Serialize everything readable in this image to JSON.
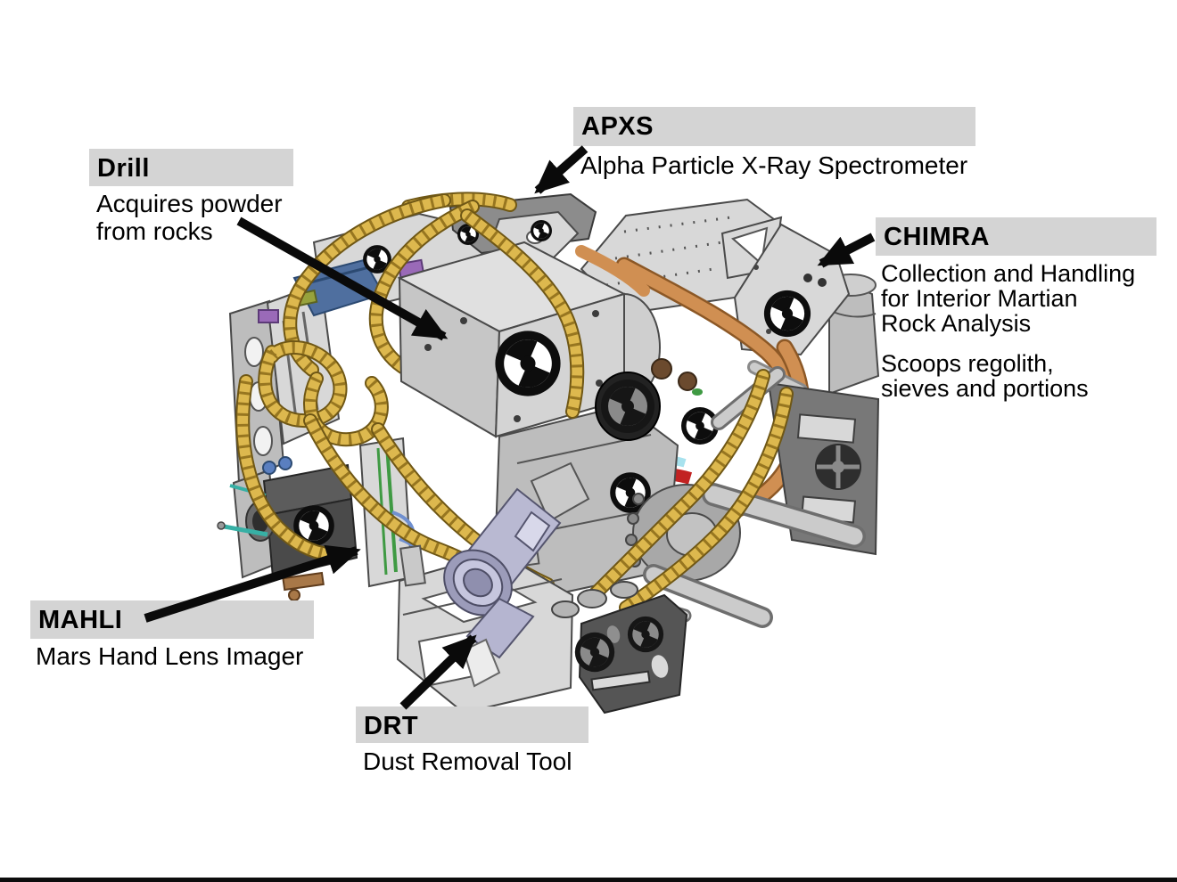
{
  "figure": {
    "footer_bar_color": "#0d0d0d",
    "background": "#ffffff"
  },
  "labels": {
    "drill": {
      "title": "Drill",
      "description_lines": [
        "Acquires powder",
        "from rocks"
      ]
    },
    "apxs": {
      "title": "APXS",
      "description": "Alpha Particle X-Ray Spectrometer"
    },
    "chimra": {
      "title": "CHIMRA",
      "description_lines": [
        "Collection and Handling",
        "for Interior Martian",
        "Rock Analysis"
      ],
      "description2_lines": [
        "Scoops regolith,",
        "sieves and portions"
      ]
    },
    "mahli": {
      "title": "MAHLI",
      "description": "Mars Hand Lens Imager"
    },
    "drt": {
      "title": "DRT",
      "description": "Dust Removal Tool"
    }
  },
  "palette": {
    "label_bg": "#d4d4d4",
    "text": "#000000",
    "arrow": "#0a0a0a",
    "cable_yellow": "#ddb84e",
    "duct_orange": "#d08f52",
    "metal_light": "#d8d8d8",
    "metal_mid": "#bdbdbd",
    "metal_dark": "#555555",
    "drt_lavender": "#b9b9d2",
    "accent_blue": "#4f6f9f",
    "accent_red": "#c22222",
    "accent_cyan": "#a8e2ee",
    "accent_teal": "#37b0a5",
    "accent_green": "#3f9a43"
  }
}
